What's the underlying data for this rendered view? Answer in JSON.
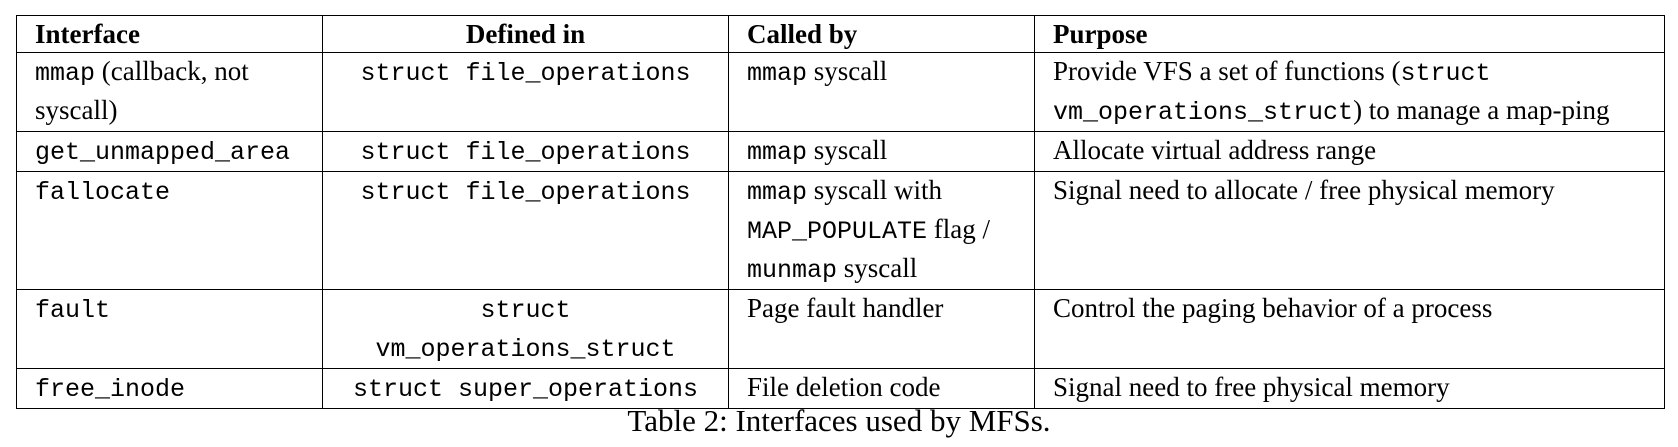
{
  "table": {
    "headers": [
      "Interface",
      "Defined in",
      "Called by",
      "Purpose"
    ],
    "rows": [
      {
        "interface_code": "mmap",
        "interface_text": " (callback, not syscall)",
        "defined_in": "struct file_operations",
        "called_by": [
          {
            "code": "mmap"
          },
          {
            "text": " syscall"
          }
        ],
        "purpose": [
          {
            "text": "Provide VFS a set of functions ("
          },
          {
            "code": "struct vm_operations_struct"
          },
          {
            "text": ") to manage a map-ping"
          }
        ]
      },
      {
        "interface_code": "get_unmapped_area",
        "interface_text": "",
        "defined_in": "struct file_operations",
        "called_by": [
          {
            "code": "mmap"
          },
          {
            "text": " syscall"
          }
        ],
        "purpose": [
          {
            "text": "Allocate virtual address range"
          }
        ]
      },
      {
        "interface_code": "fallocate",
        "interface_text": "",
        "defined_in": "struct file_operations",
        "called_by": [
          {
            "code": "mmap"
          },
          {
            "text": " syscall with "
          },
          {
            "code": "MAP_POPULATE"
          },
          {
            "text": " flag / "
          },
          {
            "code": "munmap"
          },
          {
            "text": " syscall"
          }
        ],
        "purpose": [
          {
            "text": "Signal need to allocate / free physical memory"
          }
        ]
      },
      {
        "interface_code": "fault",
        "interface_text": "",
        "defined_in": "struct vm_operations_struct",
        "called_by": [
          {
            "text": "Page fault handler"
          }
        ],
        "purpose": [
          {
            "text": "Control the paging behavior of a process"
          }
        ]
      },
      {
        "interface_code": "free_inode",
        "interface_text": "",
        "defined_in": "struct super_operations",
        "called_by": [
          {
            "text": "File deletion code"
          }
        ],
        "purpose": [
          {
            "text": "Signal need to free physical memory"
          }
        ]
      }
    ]
  },
  "caption": "Table 2: Interfaces used by MFSs."
}
